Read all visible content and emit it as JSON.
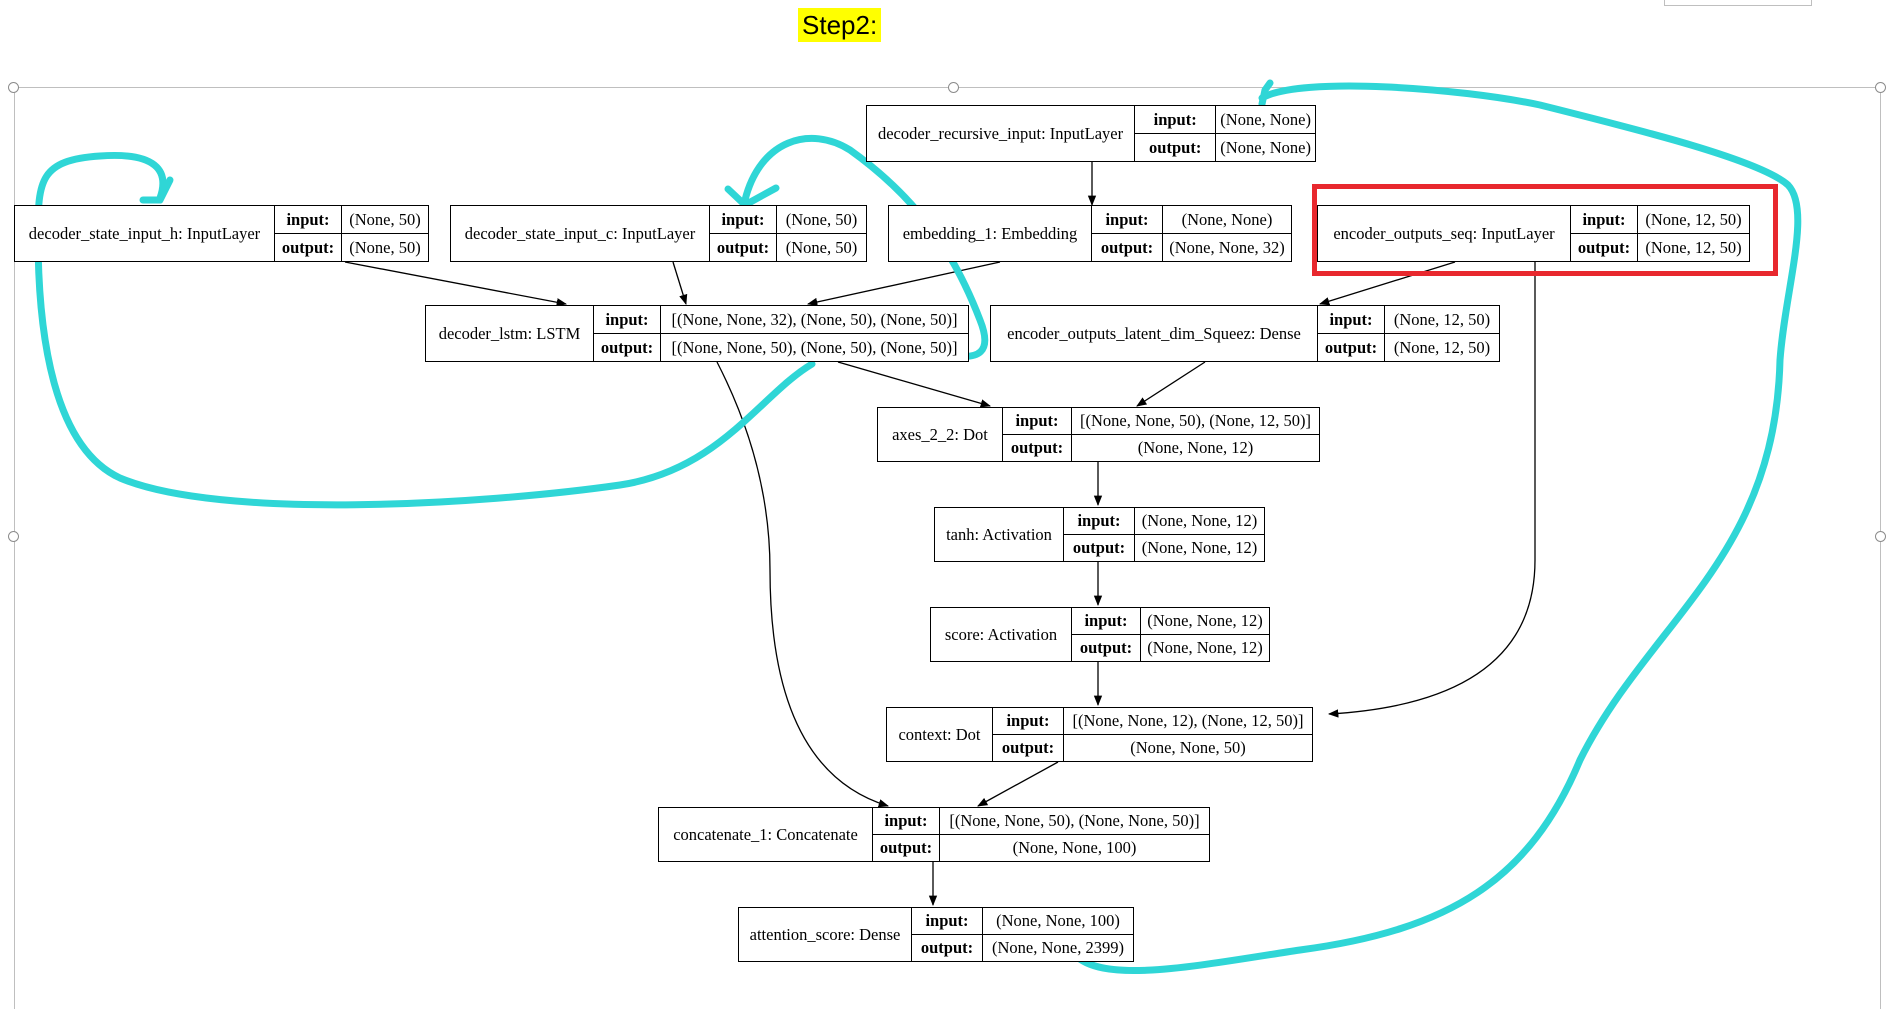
{
  "step_label": "Step2:",
  "io_labels": {
    "input": "input:",
    "output": "output:"
  },
  "layers": [
    {
      "id": "decoder_recursive_input",
      "name": "decoder_recursive_input: InputLayer",
      "input": "(None, None)",
      "output": "(None, None)"
    },
    {
      "id": "decoder_state_input_h",
      "name": "decoder_state_input_h: InputLayer",
      "input": "(None, 50)",
      "output": "(None, 50)"
    },
    {
      "id": "decoder_state_input_c",
      "name": "decoder_state_input_c: InputLayer",
      "input": "(None, 50)",
      "output": "(None, 50)"
    },
    {
      "id": "embedding_1",
      "name": "embedding_1: Embedding",
      "input": "(None, None)",
      "output": "(None, None, 32)"
    },
    {
      "id": "encoder_outputs_seq",
      "name": "encoder_outputs_seq: InputLayer",
      "input": "(None, 12, 50)",
      "output": "(None, 12, 50)"
    },
    {
      "id": "decoder_lstm",
      "name": "decoder_lstm: LSTM",
      "input": "[(None, None, 32), (None, 50), (None, 50)]",
      "output": "[(None, None, 50), (None, 50), (None, 50)]"
    },
    {
      "id": "encoder_outputs_latent_dim_Squeez",
      "name": "encoder_outputs_latent_dim_Squeez: Dense",
      "input": "(None, 12, 50)",
      "output": "(None, 12, 50)"
    },
    {
      "id": "axes_2_2",
      "name": "axes_2_2: Dot",
      "input": "[(None, None, 50), (None, 12, 50)]",
      "output": "(None, None, 12)"
    },
    {
      "id": "tanh",
      "name": "tanh: Activation",
      "input": "(None, None, 12)",
      "output": "(None, None, 12)"
    },
    {
      "id": "score",
      "name": "score: Activation",
      "input": "(None, None, 12)",
      "output": "(None, None, 12)"
    },
    {
      "id": "context",
      "name": "context: Dot",
      "input": "[(None, None, 12), (None, 12, 50)]",
      "output": "(None, None, 50)"
    },
    {
      "id": "concatenate_1",
      "name": "concatenate_1: Concatenate",
      "input": "[(None, None, 50), (None, None, 50)]",
      "output": "(None, None, 100)"
    },
    {
      "id": "attention_score",
      "name": "attention_score: Dense",
      "input": "(None, None, 100)",
      "output": "(None, None, 2399)"
    }
  ],
  "edges": [
    {
      "from": "decoder_recursive_input",
      "to": "embedding_1"
    },
    {
      "from": "decoder_state_input_h",
      "to": "decoder_lstm"
    },
    {
      "from": "decoder_state_input_c",
      "to": "decoder_lstm"
    },
    {
      "from": "embedding_1",
      "to": "decoder_lstm"
    },
    {
      "from": "encoder_outputs_seq",
      "to": "encoder_outputs_latent_dim_Squeez"
    },
    {
      "from": "encoder_outputs_seq",
      "to": "context"
    },
    {
      "from": "decoder_lstm",
      "to": "axes_2_2"
    },
    {
      "from": "decoder_lstm",
      "to": "concatenate_1"
    },
    {
      "from": "encoder_outputs_latent_dim_Squeez",
      "to": "axes_2_2"
    },
    {
      "from": "axes_2_2",
      "to": "tanh"
    },
    {
      "from": "tanh",
      "to": "score"
    },
    {
      "from": "score",
      "to": "context"
    },
    {
      "from": "context",
      "to": "concatenate_1"
    },
    {
      "from": "concatenate_1",
      "to": "attention_score"
    }
  ],
  "highlighted_layer": "encoder_outputs_seq",
  "colors": {
    "annotation_stroke": "#2fd6d6",
    "highlight_box": "#e8282e",
    "step_highlight": "#ffff00",
    "diagram_line": "#000000"
  }
}
